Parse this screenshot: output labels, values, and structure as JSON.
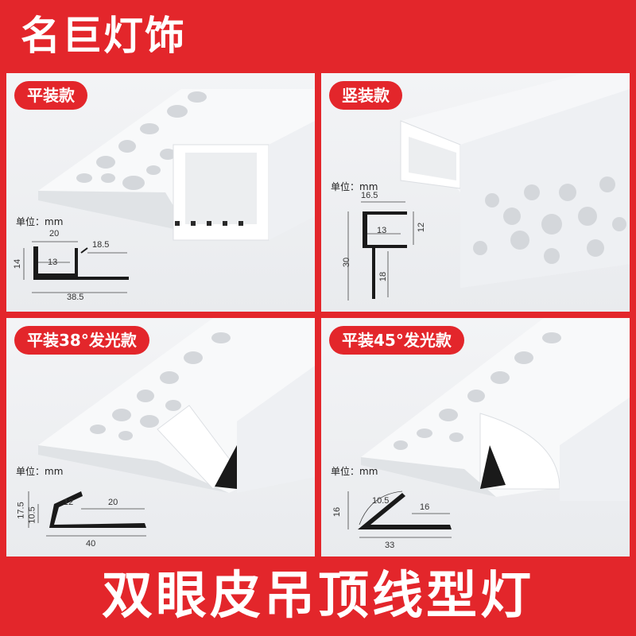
{
  "header": {
    "brand": "名巨灯饰"
  },
  "footer": {
    "slogan": "双眼皮吊顶线型灯"
  },
  "colors": {
    "brand_red": "#e3262b",
    "panel_bg": "#eef0f2",
    "profile_dark": "#1a1a1a"
  },
  "panels": [
    {
      "badge": "平装款",
      "unit": "单位：mm",
      "dims": {
        "top": "20",
        "side": "18.5",
        "height": "14",
        "inner": "13",
        "bottom": "38.5"
      }
    },
    {
      "badge": "竖装款",
      "unit": "单位：mm",
      "dims": {
        "top": "16.5",
        "inner": "13",
        "right": "12",
        "height": "30",
        "lower": "18"
      }
    },
    {
      "badge": "平装38°发光款",
      "unit": "单位：mm",
      "dims": {
        "outer": "17.5",
        "inner_h": "10.5",
        "diag": "12",
        "side": "20",
        "bottom": "40"
      }
    },
    {
      "badge": "平装45°发光款",
      "unit": "单位：mm",
      "dims": {
        "height": "16",
        "diag": "10.5",
        "side": "16",
        "bottom": "33"
      }
    }
  ]
}
